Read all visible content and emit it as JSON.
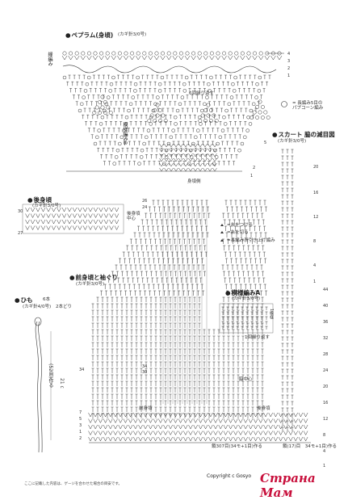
{
  "peplum": {
    "title": "ペプラム(身頃)",
    "hook": "(カギ針3/0号)",
    "label_edge": "縁編み",
    "label_repeat": "6回繰り返す",
    "label_pattern": "模様編みB",
    "label_body_side": "身頃側",
    "legend_picot": "= 長編み5目の\nパプコーン編み",
    "rows": [
      "4",
      "3",
      "2",
      "1",
      "5",
      "2",
      "1"
    ]
  },
  "skirt_side": {
    "title": "スカート 脇の減目図",
    "hook": "(カギ針3/0号)",
    "rows": [
      "20",
      "16",
      "12",
      "8",
      "4",
      "1",
      "44",
      "40",
      "36",
      "32",
      "28",
      "24",
      "20",
      "16",
      "12",
      "8",
      "4",
      "1"
    ]
  },
  "back": {
    "title": "後身頃",
    "hook": "(カギ針3/0号)",
    "center": "後身頃\n中心",
    "rows": [
      "30",
      "27"
    ]
  },
  "yarn_legend": {
    "attach": "=糸をつける",
    "cut": "=糸を切る",
    "long_pull": "=長編み表引き上げ編み"
  },
  "front": {
    "title": "前身頃と袖ぐり",
    "hook": "(カギ針3/0号)",
    "label_front": "前身頃",
    "label_back": "後身頃",
    "label_center": "脇中心",
    "bottom_left": "鎖307目(34モ+1目)作る",
    "bottom_right": "鎖(17)目　34モ+1目)作る",
    "rows": [
      "26",
      "24",
      "20",
      "16",
      "12",
      "8",
      "4",
      "1",
      "34",
      "30",
      "24",
      "20",
      "16",
      "12",
      "8",
      "4",
      "1",
      "7",
      "5",
      "3",
      "1",
      "2"
    ]
  },
  "pattern_a": {
    "title": "模様編みA",
    "hook": "(カギ針3/0号)",
    "repeat": "1回繰り返す",
    "stitch_label": "1模様"
  },
  "cord": {
    "title": "ひも",
    "count": "6本",
    "hook": "(カギ針4/0号)",
    "double": "2本どり",
    "chain": "(52目)作る",
    "length": "21 c"
  },
  "footer": "Copyright c Gosyo",
  "watermark": "Страна Мам",
  "notice": "ここに記載した内容は、ゲージを合わせた場合の目安です。"
}
